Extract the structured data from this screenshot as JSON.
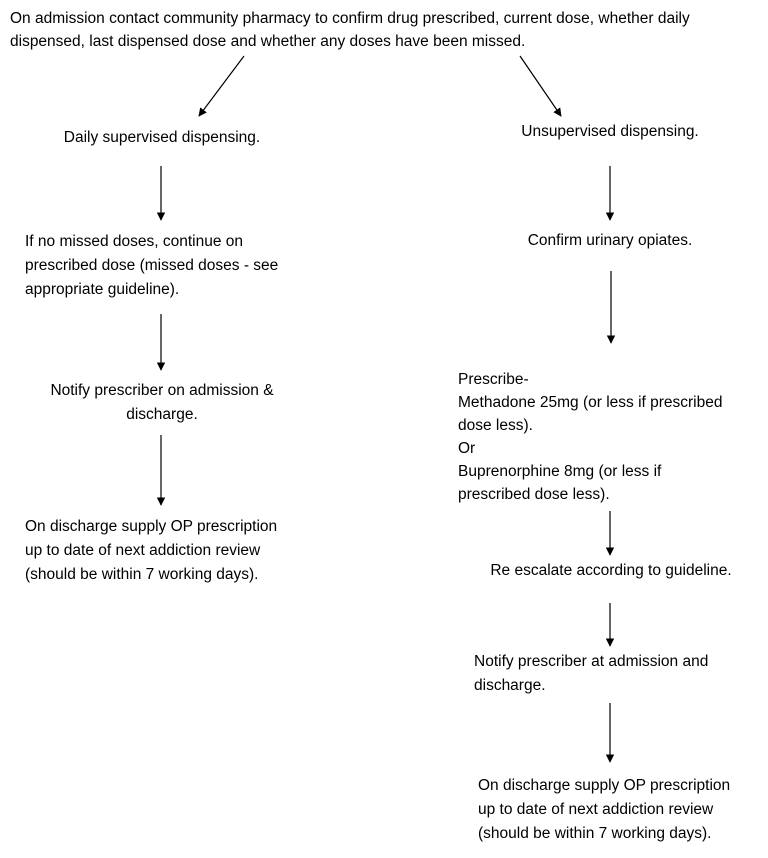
{
  "intro": "On admission contact community pharmacy to confirm drug prescribed, current dose, whether daily dispensed, last dispensed dose and whether any doses have been missed.",
  "left_branch": {
    "heading": "Daily supervised dispensing.",
    "step1": "If no missed doses, continue on\nprescribed dose (missed doses - see\nappropriate guideline).",
    "step2": "Notify prescriber on admission &\ndischarge.",
    "step3": "On discharge supply OP prescription\nup to date of next addiction review\n(should be within 7 working days)."
  },
  "right_branch": {
    "heading": "Unsupervised dispensing.",
    "step1": "Confirm urinary opiates.",
    "step2": "Prescribe-\nMethadone 25mg (or less if prescribed\ndose less).\nOr\nBuprenorphine 8mg (or less if\nprescribed dose less).",
    "step3": "Re escalate according to guideline.",
    "step4": "Notify prescriber at admission and\ndischarge.",
    "step5": "On discharge supply OP prescription\nup to date of next addiction review\n(should be within 7 working days)."
  }
}
